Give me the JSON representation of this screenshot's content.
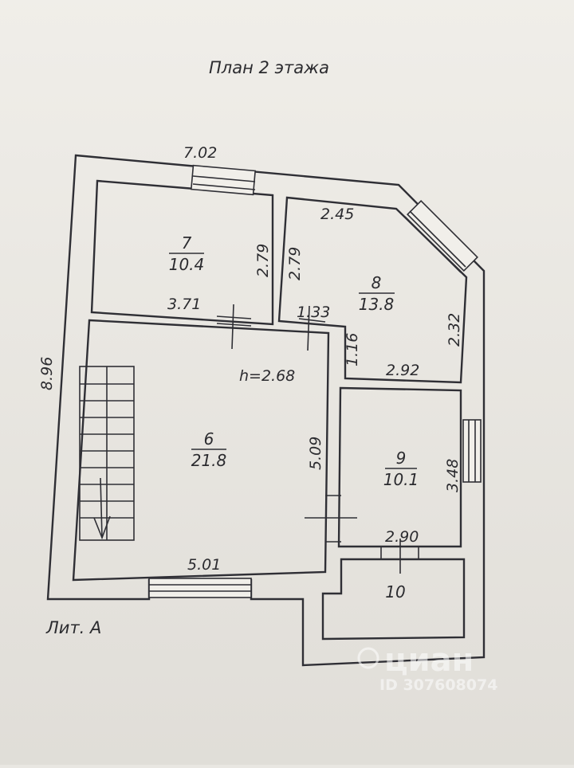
{
  "plan": {
    "title": "План 2 этажа",
    "lit": "Лит. А",
    "height": "h=2.68"
  },
  "dimensions": {
    "top_width": "7.02",
    "left_height": "8.96",
    "r7_width": "3.71",
    "r7_height": "2.79",
    "r8_left": "2.79",
    "r8_top": "2.45",
    "r8_right": "2.32",
    "r8_bottom": "2.92",
    "r8_notch_width": "1.33",
    "r8_notch_height": "1.16",
    "r6_right": "5.09",
    "r6_bottom": "5.01",
    "r9_right": "3.48",
    "r9_bottom": "2.90"
  },
  "rooms": [
    {
      "number": "7",
      "area": "10.4"
    },
    {
      "number": "8",
      "area": "13.8"
    },
    {
      "number": "6",
      "area": "21.8"
    },
    {
      "number": "9",
      "area": "10.1"
    },
    {
      "number": "10",
      "area": ""
    }
  ],
  "watermark": {
    "brand": "циан",
    "id": "ID 307608074"
  }
}
